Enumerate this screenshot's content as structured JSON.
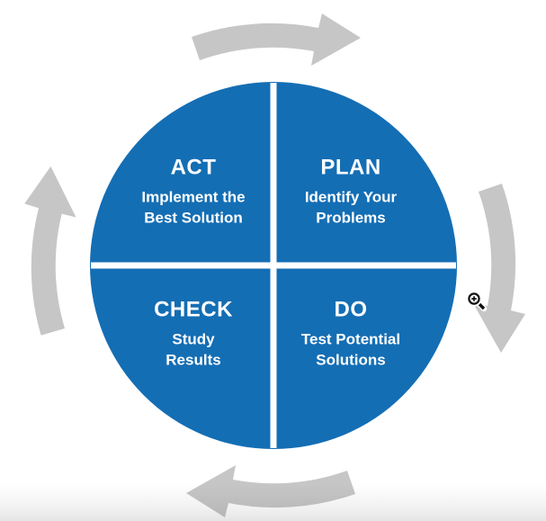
{
  "colors": {
    "circle_blue": "#146EB4",
    "arrow_gray": "#C6C6C6",
    "divider_white": "#FFFFFF",
    "text_white": "#FFFFFF",
    "background": "#FFFFFF"
  },
  "quadrants": [
    {
      "key": "act",
      "position": "top-left",
      "title": "ACT",
      "subtitle_line1": "Implement the",
      "subtitle_line2": "Best Solution"
    },
    {
      "key": "plan",
      "position": "top-right",
      "title": "PLAN",
      "subtitle_line1": "Identify Your",
      "subtitle_line2": "Problems"
    },
    {
      "key": "check",
      "position": "bottom-left",
      "title": "CHECK",
      "subtitle_line1": "Study",
      "subtitle_line2": "Results"
    },
    {
      "key": "do",
      "position": "bottom-right",
      "title": "DO",
      "subtitle_line1": "Test Potential",
      "subtitle_line2": "Solutions"
    }
  ],
  "arrows": [
    {
      "name": "cycle-arrow-top",
      "direction": "pointing-right"
    },
    {
      "name": "cycle-arrow-right",
      "direction": "pointing-down"
    },
    {
      "name": "cycle-arrow-bottom",
      "direction": "pointing-left"
    },
    {
      "name": "cycle-arrow-left",
      "direction": "pointing-up"
    }
  ],
  "cursor": {
    "type": "zoom-in"
  }
}
